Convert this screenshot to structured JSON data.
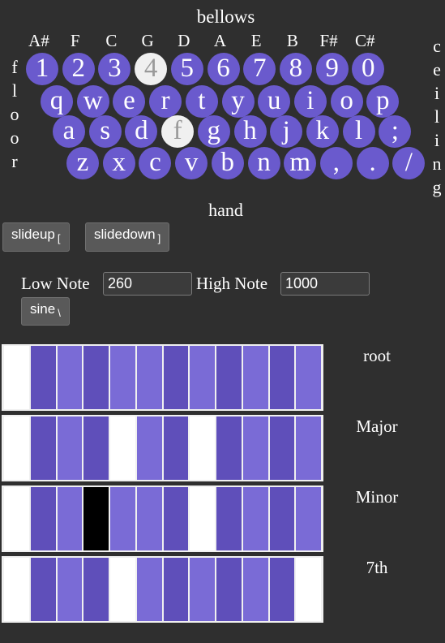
{
  "header": {
    "title": "bellows"
  },
  "notes": [
    "A#",
    "F",
    "C",
    "G",
    "D",
    "A",
    "E",
    "B",
    "F#",
    "C#"
  ],
  "side": {
    "left": [
      "f",
      "l",
      "o",
      "o",
      "r"
    ],
    "right": [
      "c",
      "e",
      "i",
      "l",
      "i",
      "n",
      "g"
    ]
  },
  "keyboard": {
    "rows": [
      {
        "keys": [
          "1",
          "2",
          "3",
          "4",
          "5",
          "6",
          "7",
          "8",
          "9",
          "0"
        ],
        "active": [
          3
        ]
      },
      {
        "keys": [
          "q",
          "w",
          "e",
          "r",
          "t",
          "y",
          "u",
          "i",
          "o",
          "p"
        ],
        "active": []
      },
      {
        "keys": [
          "a",
          "s",
          "d",
          "f",
          "g",
          "h",
          "j",
          "k",
          "l",
          ";"
        ],
        "active": [
          3
        ]
      },
      {
        "keys": [
          "z",
          "x",
          "c",
          "v",
          "b",
          "n",
          "m",
          ",",
          ".",
          "/"
        ],
        "active": []
      }
    ]
  },
  "footer_label": "hand",
  "buttons": {
    "slideup": "slideup",
    "slideup_key": "[",
    "slidedown": "slidedown",
    "slidedown_key": "]",
    "wave": "sine",
    "wave_key": "\\"
  },
  "controls": {
    "low_label": "Low Note",
    "low_value": "260",
    "high_label": "High Note",
    "high_value": "1000"
  },
  "chords": [
    {
      "name": "root",
      "cells": [
        "white",
        "a",
        "b",
        "a",
        "b",
        "b",
        "a",
        "b",
        "a",
        "b",
        "a",
        "b"
      ]
    },
    {
      "name": "Major",
      "cells": [
        "white",
        "a",
        "b",
        "a",
        "white",
        "b",
        "a",
        "white",
        "a",
        "b",
        "a",
        "b"
      ]
    },
    {
      "name": "Minor",
      "cells": [
        "white",
        "a",
        "b",
        "black",
        "b",
        "b",
        "a",
        "white",
        "a",
        "b",
        "a",
        "b"
      ]
    },
    {
      "name": "7th",
      "cells": [
        "white",
        "a",
        "b",
        "a",
        "white",
        "b",
        "a",
        "b",
        "a",
        "b",
        "a",
        "white"
      ]
    }
  ],
  "colors": {
    "key": "#6a5acd",
    "key_active": "#f0f0f0",
    "dark": "#5f4fba",
    "light": "#7a6bd6"
  }
}
